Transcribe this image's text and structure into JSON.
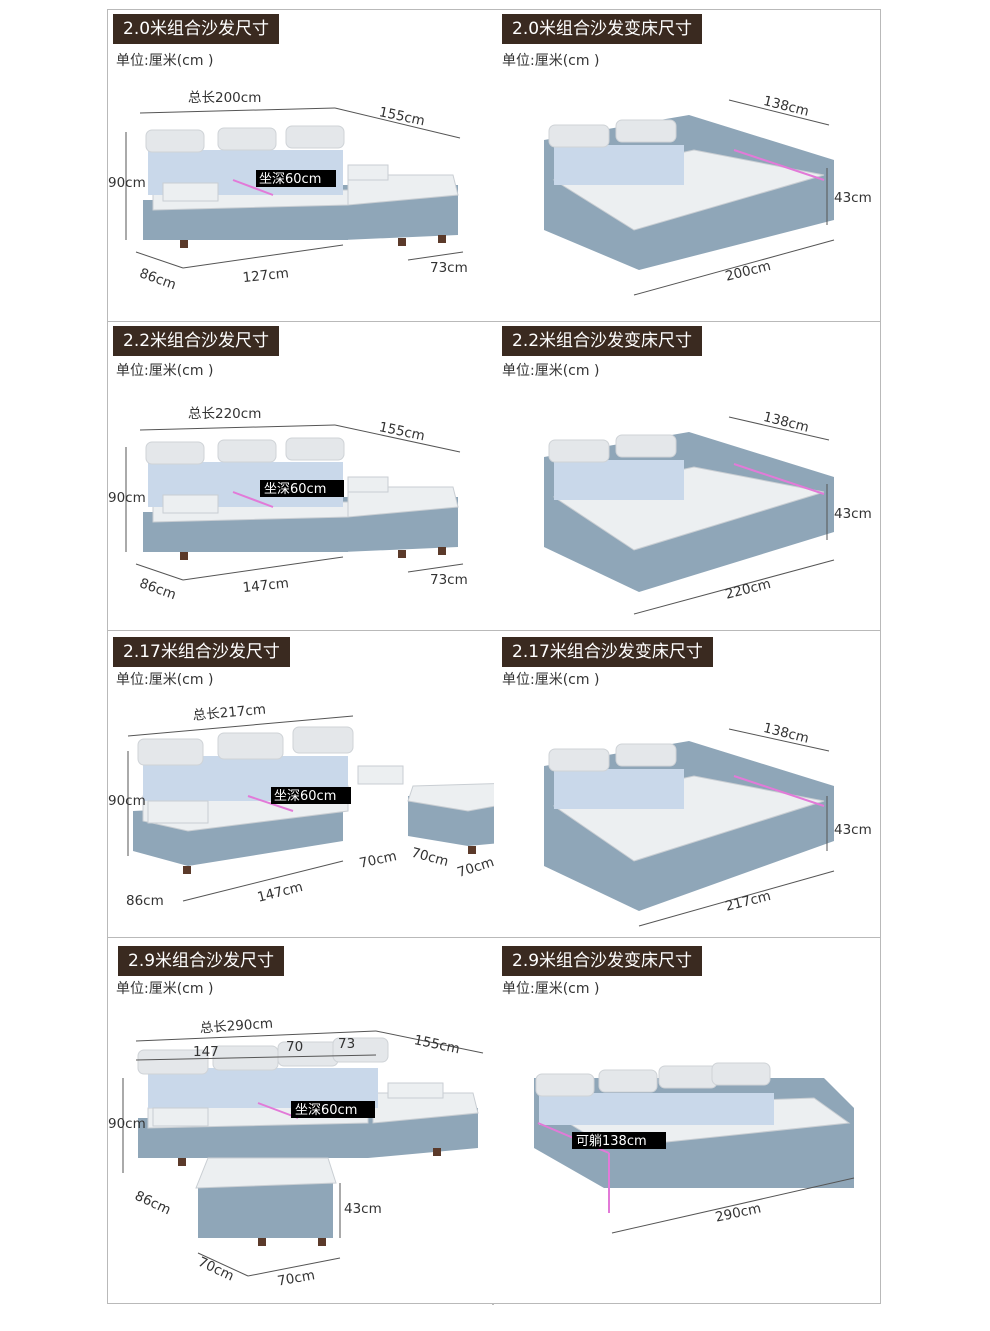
{
  "sections": [
    {
      "sofa": {
        "title": "2.0米组合沙发尺寸",
        "unit": "单位:厘米(cm )",
        "labels": {
          "total": "总长200cm",
          "side": "155cm",
          "height": "90cm",
          "depth": "坐深60cm",
          "front": "127cm",
          "left": "86cm",
          "chaise": "73cm"
        }
      },
      "bed": {
        "title": "2.0米组合沙发变床尺寸",
        "unit": "单位:厘米(cm )",
        "labels": {
          "width": "138cm",
          "height": "43cm",
          "length": "200cm"
        }
      }
    },
    {
      "sofa": {
        "title": "2.2米组合沙发尺寸",
        "unit": "单位:厘米(cm )",
        "labels": {
          "total": "总长220cm",
          "side": "155cm",
          "height": "90cm",
          "depth": "坐深60cm",
          "front": "147cm",
          "left": "86cm",
          "chaise": "73cm"
        }
      },
      "bed": {
        "title": "2.2米组合沙发变床尺寸",
        "unit": "单位:厘米(cm )",
        "labels": {
          "width": "138cm",
          "height": "43cm",
          "length": "220cm"
        }
      }
    },
    {
      "sofa": {
        "title": "2.17米组合沙发尺寸",
        "unit": "单位:厘米(cm )",
        "labels": {
          "total": "总长217cm",
          "height": "90cm",
          "depth": "坐深60cm",
          "front": "147cm",
          "left": "86cm",
          "mid": "70cm",
          "ott1": "70cm",
          "ott2": "70cm"
        }
      },
      "bed": {
        "title": "2.17米组合沙发变床尺寸",
        "unit": "单位:厘米(cm )",
        "labels": {
          "width": "138cm",
          "height": "43cm",
          "length": "217cm"
        }
      }
    },
    {
      "sofa": {
        "title": "2.9米组合沙发尺寸",
        "unit": "单位:厘米(cm )",
        "labels": {
          "total": "总长290cm",
          "seg1": "147",
          "seg2": "70",
          "seg3": "73",
          "side": "155cm",
          "height": "90cm",
          "depth": "坐深60cm",
          "left": "86cm",
          "ott_h": "43cm",
          "ott1": "70cm",
          "ott2": "70cm"
        }
      },
      "bed": {
        "title": "2.9米组合沙发变床尺寸",
        "unit": "单位:厘米(cm )",
        "labels": {
          "lie": "可躺138cm",
          "length": "290cm"
        }
      }
    }
  ]
}
